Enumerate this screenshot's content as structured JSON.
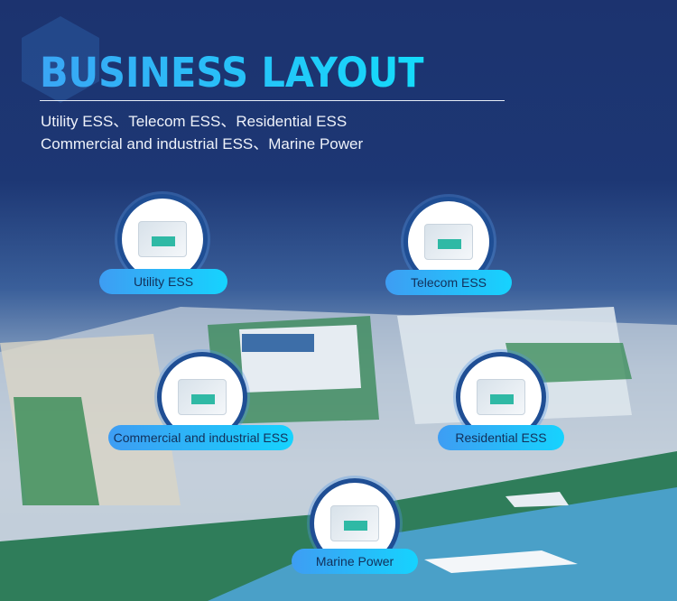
{
  "header": {
    "title": "BUSINESS LAYOUT",
    "subtitle_line1": "Utility ESS、Telecom ESS、Residential ESS",
    "subtitle_line2": "Commercial and industrial ESS、Marine Power"
  },
  "nodes": [
    {
      "label": "Utility ESS"
    },
    {
      "label": "Telecom ESS"
    },
    {
      "label": "Commercial and industrial ESS"
    },
    {
      "label": "Residential ESS"
    },
    {
      "label": "Marine Power"
    }
  ],
  "colors": {
    "background": "#1c336f",
    "accent_start": "#3e9df3",
    "accent_end": "#16d3fe"
  }
}
